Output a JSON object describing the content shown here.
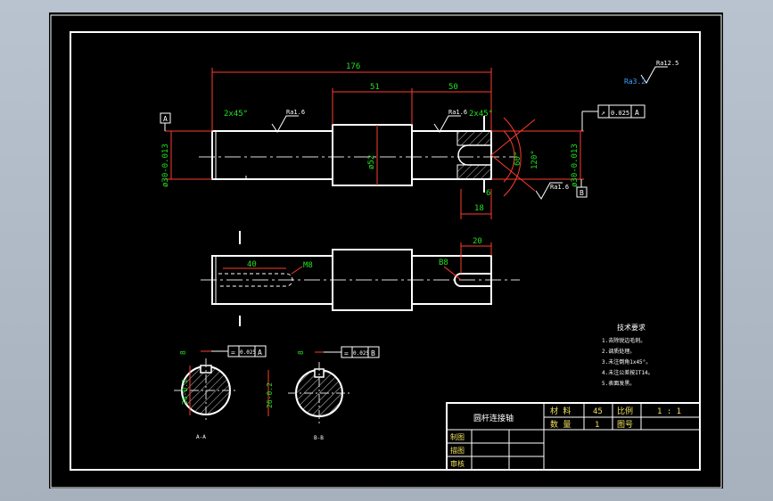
{
  "colors": {
    "background": "#000000",
    "outline": "#ffffff",
    "dimension": "#ff3b30",
    "hatch": "#c8c8c8",
    "center": "#dddddd",
    "green_text": "#20e020",
    "blue_text": "#40a0ff",
    "yellow_text": "#f0e060"
  },
  "dimensions": {
    "overall_length": "176",
    "mid_length": "51",
    "right_length": "50",
    "chamfer_left": "2x45°",
    "chamfer_right": "2x45°",
    "slot_width": "18",
    "slot_depth": "6",
    "keyway_length": "40",
    "keyway_right_length": "20",
    "left_diameter": "ø30-0.013",
    "center_diameter": "ø52",
    "right_diameter": "ø30-0.013",
    "angle_a": "60°",
    "angle_b": "120°",
    "hole_tag": "M8",
    "keyway_tag": "B8",
    "section_a_depth": "26-0.2",
    "section_b_depth": "26-0.2",
    "section_a_fit": "8",
    "section_b_fit": "8"
  },
  "roughness": {
    "general": "Ra3.2",
    "top_right": "Ra12.5",
    "left_face": "Ra1.6",
    "right_face": "Ra1.6",
    "slot_face": "Ra1.6"
  },
  "tolerance": {
    "runout": {
      "symbol": "↗",
      "value": "0.025",
      "datum": "A"
    },
    "section_a": {
      "symbol": "=",
      "value": "0.025",
      "datum": "A"
    },
    "section_b": {
      "symbol": "=",
      "value": "0.025",
      "datum": "B"
    }
  },
  "datums": {
    "left": "A",
    "right": "B"
  },
  "section_labels": {
    "left": "A-A",
    "right": "B-B"
  },
  "notes": {
    "title": "技术要求",
    "items": [
      "1.去除锐边毛刺。",
      "2.调质处理。",
      "3.未注倒角1x45°。",
      "4.未注公差按IT14。",
      "5.表面发黑。"
    ]
  },
  "title_block": {
    "part_name": "圆杆连接轴",
    "material_label": "材 料",
    "material_value": "45",
    "scale_label": "比例",
    "scale_value": "1 : 1",
    "quantity_label": "数 量",
    "quantity_value": "1",
    "drawing_no_label": "图号",
    "rows": [
      "制图",
      "描图",
      "审核"
    ]
  }
}
